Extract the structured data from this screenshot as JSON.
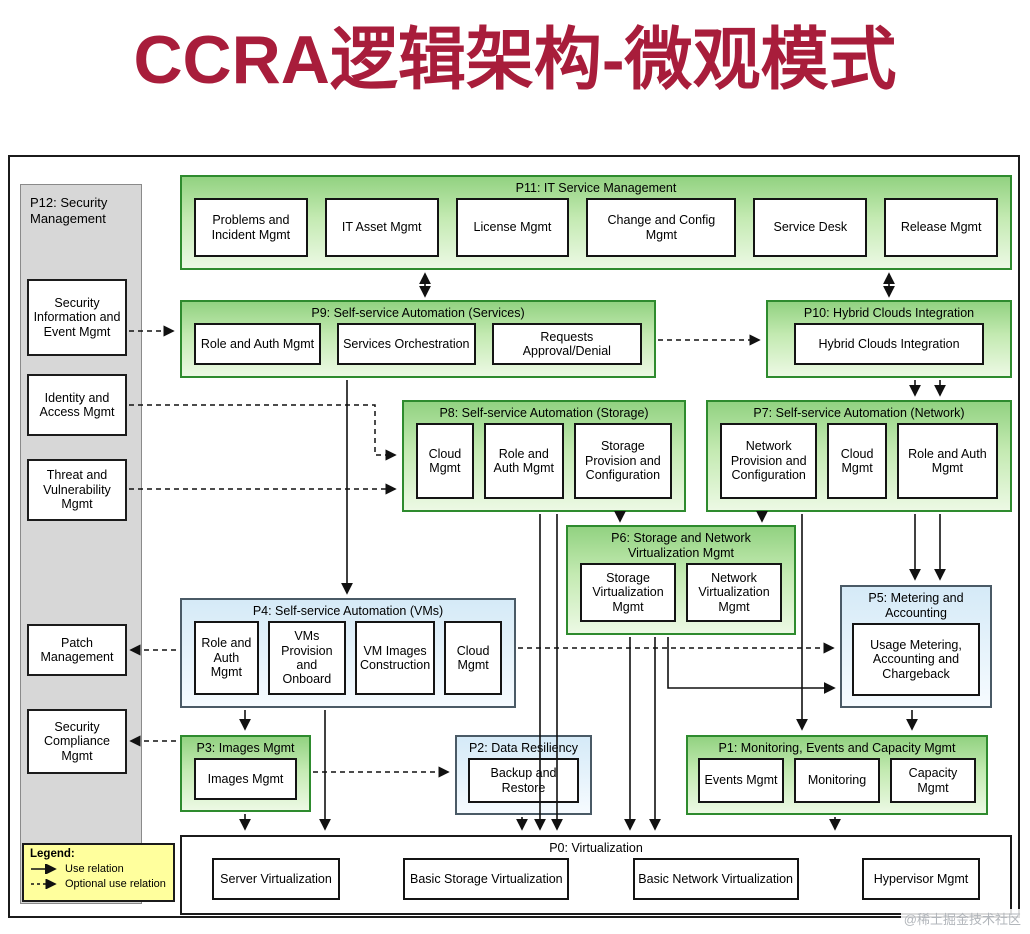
{
  "page": {
    "title": "CCRA逻辑架构-微观模式",
    "watermark": "@稀土掘金技术社区",
    "title_color": "#a81d3b"
  },
  "legend": {
    "heading": "Legend:",
    "use": "Use relation",
    "optional": "Optional use relation"
  },
  "p12": {
    "title": "P12: Security Management",
    "items": [
      "Security Information and Event Mgmt",
      "Identity and Access Mgmt",
      "Threat and Vulnerability Mgmt",
      "Patch Management",
      "Security Compliance Mgmt"
    ]
  },
  "p11": {
    "title": "P11: IT Service Management",
    "items": [
      "Problems and Incident Mgmt",
      "IT Asset Mgmt",
      "License Mgmt",
      "Change and Config Mgmt",
      "Service Desk",
      "Release Mgmt"
    ]
  },
  "p9": {
    "title": "P9: Self-service Automation (Services)",
    "items": [
      "Role and Auth Mgmt",
      "Services Orchestration",
      "Requests Approval/Denial"
    ]
  },
  "p10": {
    "title": "P10: Hybrid Clouds Integration",
    "items": [
      "Hybrid Clouds Integration"
    ]
  },
  "p8": {
    "title": "P8: Self-service Automation (Storage)",
    "items": [
      "Cloud Mgmt",
      "Role and Auth Mgmt",
      "Storage Provision and Configuration"
    ]
  },
  "p7": {
    "title": "P7: Self-service Automation (Network)",
    "items": [
      "Network Provision and Configuration",
      "Cloud Mgmt",
      "Role and Auth Mgmt"
    ]
  },
  "p6": {
    "title": "P6: Storage and Network Virtualization Mgmt",
    "items": [
      "Storage Virtualization Mgmt",
      "Network Virtualization Mgmt"
    ]
  },
  "p5": {
    "title": "P5: Metering and Accounting",
    "items": [
      "Usage Metering, Accounting and Chargeback"
    ]
  },
  "p4": {
    "title": "P4: Self-service Automation (VMs)",
    "items": [
      "Role and Auth Mgmt",
      "VMs Provision and Onboard",
      "VM Images Construction",
      "Cloud Mgmt"
    ]
  },
  "p3": {
    "title": "P3: Images Mgmt",
    "items": [
      "Images Mgmt"
    ]
  },
  "p2": {
    "title": "P2: Data Resiliency",
    "items": [
      "Backup and Restore"
    ]
  },
  "p1": {
    "title": "P1: Monitoring, Events and Capacity Mgmt",
    "items": [
      "Events Mgmt",
      "Monitoring",
      "Capacity Mgmt"
    ]
  },
  "p0": {
    "title": "P0: Virtualization",
    "items": [
      "Server Virtualization",
      "Basic Storage Virtualization",
      "Basic Network Virtualization",
      "Hypervisor Mgmt"
    ]
  }
}
